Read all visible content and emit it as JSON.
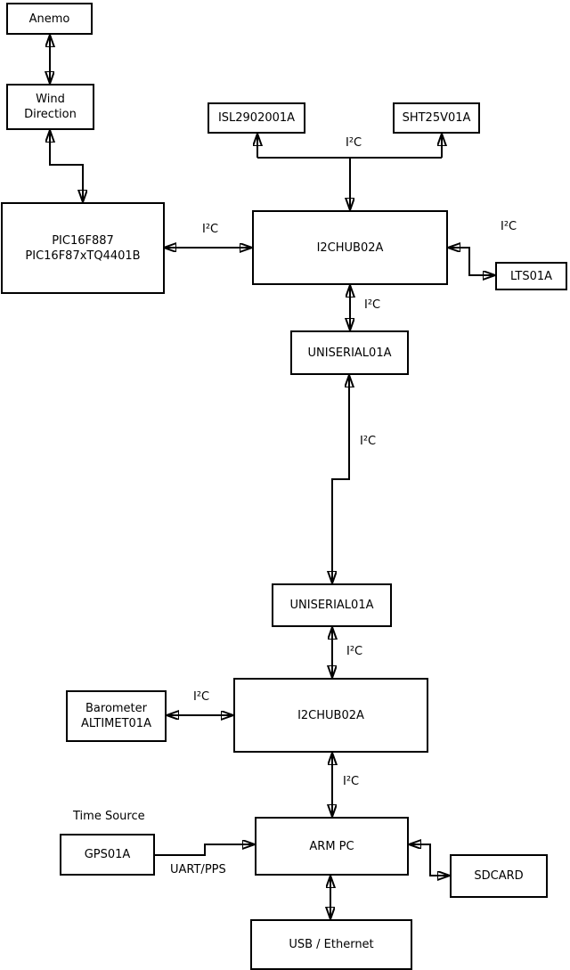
{
  "diagram": {
    "nodes": {
      "anemo": {
        "label": "Anemo"
      },
      "wind": {
        "line1": "Wind",
        "line2": "Direction"
      },
      "pic": {
        "line1": "PIC16F887",
        "line2": "PIC16F87xTQ4401B"
      },
      "isl": {
        "label": "ISL2902001A"
      },
      "sht": {
        "label": "SHT25V01A"
      },
      "i2chub1": {
        "label": "I2CHUB02A"
      },
      "lts": {
        "label": "LTS01A"
      },
      "uniserial1": {
        "label": "UNISERIAL01A"
      },
      "uniserial2": {
        "label": "UNISERIAL01A"
      },
      "barometer": {
        "line1": "Barometer",
        "line2": "ALTIMET01A"
      },
      "i2chub2": {
        "label": "I2CHUB02A"
      },
      "armpc": {
        "label": "ARM PC"
      },
      "gps": {
        "label": "GPS01A"
      },
      "sdcard": {
        "label": "SDCARD"
      },
      "usb": {
        "label": "USB / Ethernet"
      }
    },
    "labels": {
      "bus_top": "I²C",
      "bus_pic_hub1": "I²C",
      "bus_hub1_lts": "I²C",
      "bus_hub1_uniserial1": "I²C",
      "bus_uniserial_link": "I²C",
      "bus_uniserial2_hub2": "I²C",
      "bus_barometer_hub2": "I²C",
      "bus_hub2_armpc": "I²C",
      "uart_pps": "UART/PPS",
      "time_source": "Time Source"
    },
    "edges": [
      {
        "from": "anemo",
        "to": "wind",
        "bidirectional": true,
        "label": ""
      },
      {
        "from": "wind",
        "to": "pic",
        "bidirectional": true,
        "label": ""
      },
      {
        "from": "pic",
        "to": "i2chub1",
        "bidirectional": true,
        "label": "I²C"
      },
      {
        "from": "i2chub1",
        "to": "isl",
        "bidirectional": false,
        "label": "I²C"
      },
      {
        "from": "i2chub1",
        "to": "sht",
        "bidirectional": false,
        "label": "I²C"
      },
      {
        "from": "i2chub1",
        "to": "lts",
        "bidirectional": true,
        "label": "I²C"
      },
      {
        "from": "i2chub1",
        "to": "uniserial1",
        "bidirectional": true,
        "label": "I²C"
      },
      {
        "from": "uniserial1",
        "to": "uniserial2",
        "bidirectional": true,
        "label": "I²C"
      },
      {
        "from": "uniserial2",
        "to": "i2chub2",
        "bidirectional": true,
        "label": "I²C"
      },
      {
        "from": "barometer",
        "to": "i2chub2",
        "bidirectional": true,
        "label": "I²C"
      },
      {
        "from": "i2chub2",
        "to": "armpc",
        "bidirectional": true,
        "label": "I²C"
      },
      {
        "from": "gps",
        "to": "armpc",
        "bidirectional": false,
        "label": "UART/PPS"
      },
      {
        "from": "armpc",
        "to": "sdcard",
        "bidirectional": true,
        "label": ""
      },
      {
        "from": "armpc",
        "to": "usb",
        "bidirectional": true,
        "label": ""
      }
    ],
    "colors": {
      "line": "#000000",
      "box_fill": "#ffffff",
      "text": "#000000",
      "background": "#ffffff"
    }
  }
}
